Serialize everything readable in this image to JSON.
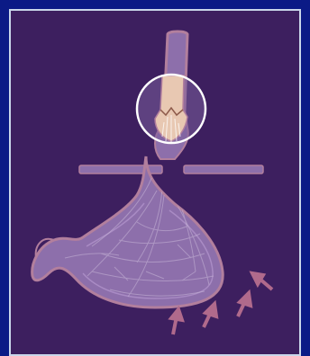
{
  "diagram": {
    "colors": {
      "outer_frame": "#0b1a86",
      "panel_background": "#3d1f5f",
      "panel_border": "#c9d6ea",
      "organ_fill": "#8d6fab",
      "organ_outline": "#b27f9d",
      "tube_fill": "#e8c8b2",
      "highlight_circle": "#ffffff",
      "pressure_arrows": "#b06a8c",
      "fiber_lines": "#c8b6d8"
    },
    "parts": [
      "esophagus-tube",
      "lower-esophageal-sphincter-highlight",
      "diaphragm",
      "stomach",
      "duodenum",
      "pressure-arrows"
    ]
  }
}
